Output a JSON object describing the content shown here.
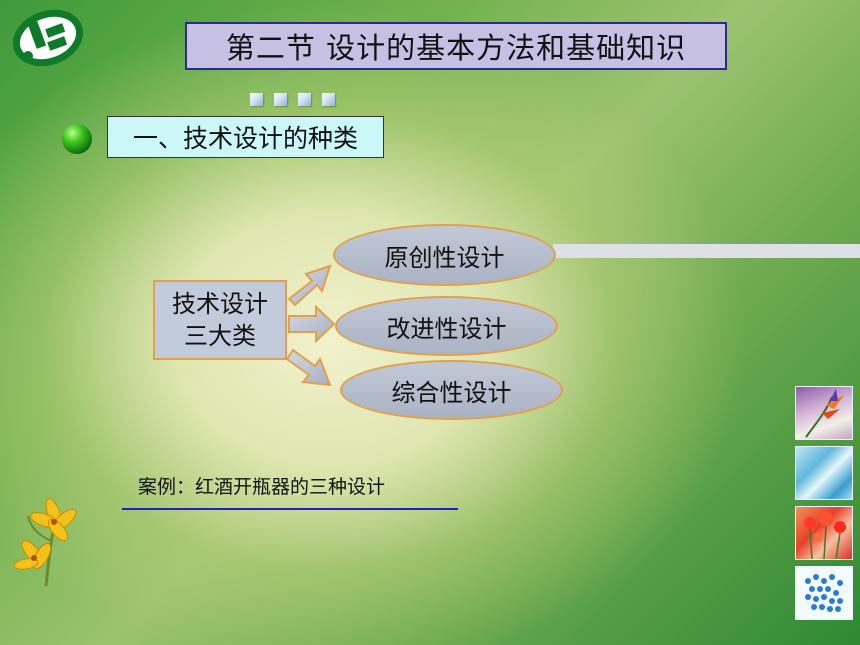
{
  "slide": {
    "title": "第二节  设计的基本方法和基础知识",
    "heading": "一、技术设计的种类"
  },
  "diagram": {
    "center_lines": [
      "技术设计",
      "三大类"
    ],
    "items": [
      "原创性设计",
      "改进性设计",
      "综合性设计"
    ]
  },
  "case_text": "案例：红酒开瓶器的三种设计",
  "colors": {
    "title_bg": "#c6c0e4",
    "title_border": "#2c2a8c",
    "heading_bg": "#ccf7f9",
    "box_border": "#e1a14c",
    "shape_fill": "#c2cbdb",
    "link_underline": "#2020c8"
  },
  "icons": {
    "logo": "logo-icon",
    "bullet": "green-ball-bullet-icon",
    "flower": "lily-flower-icon"
  }
}
